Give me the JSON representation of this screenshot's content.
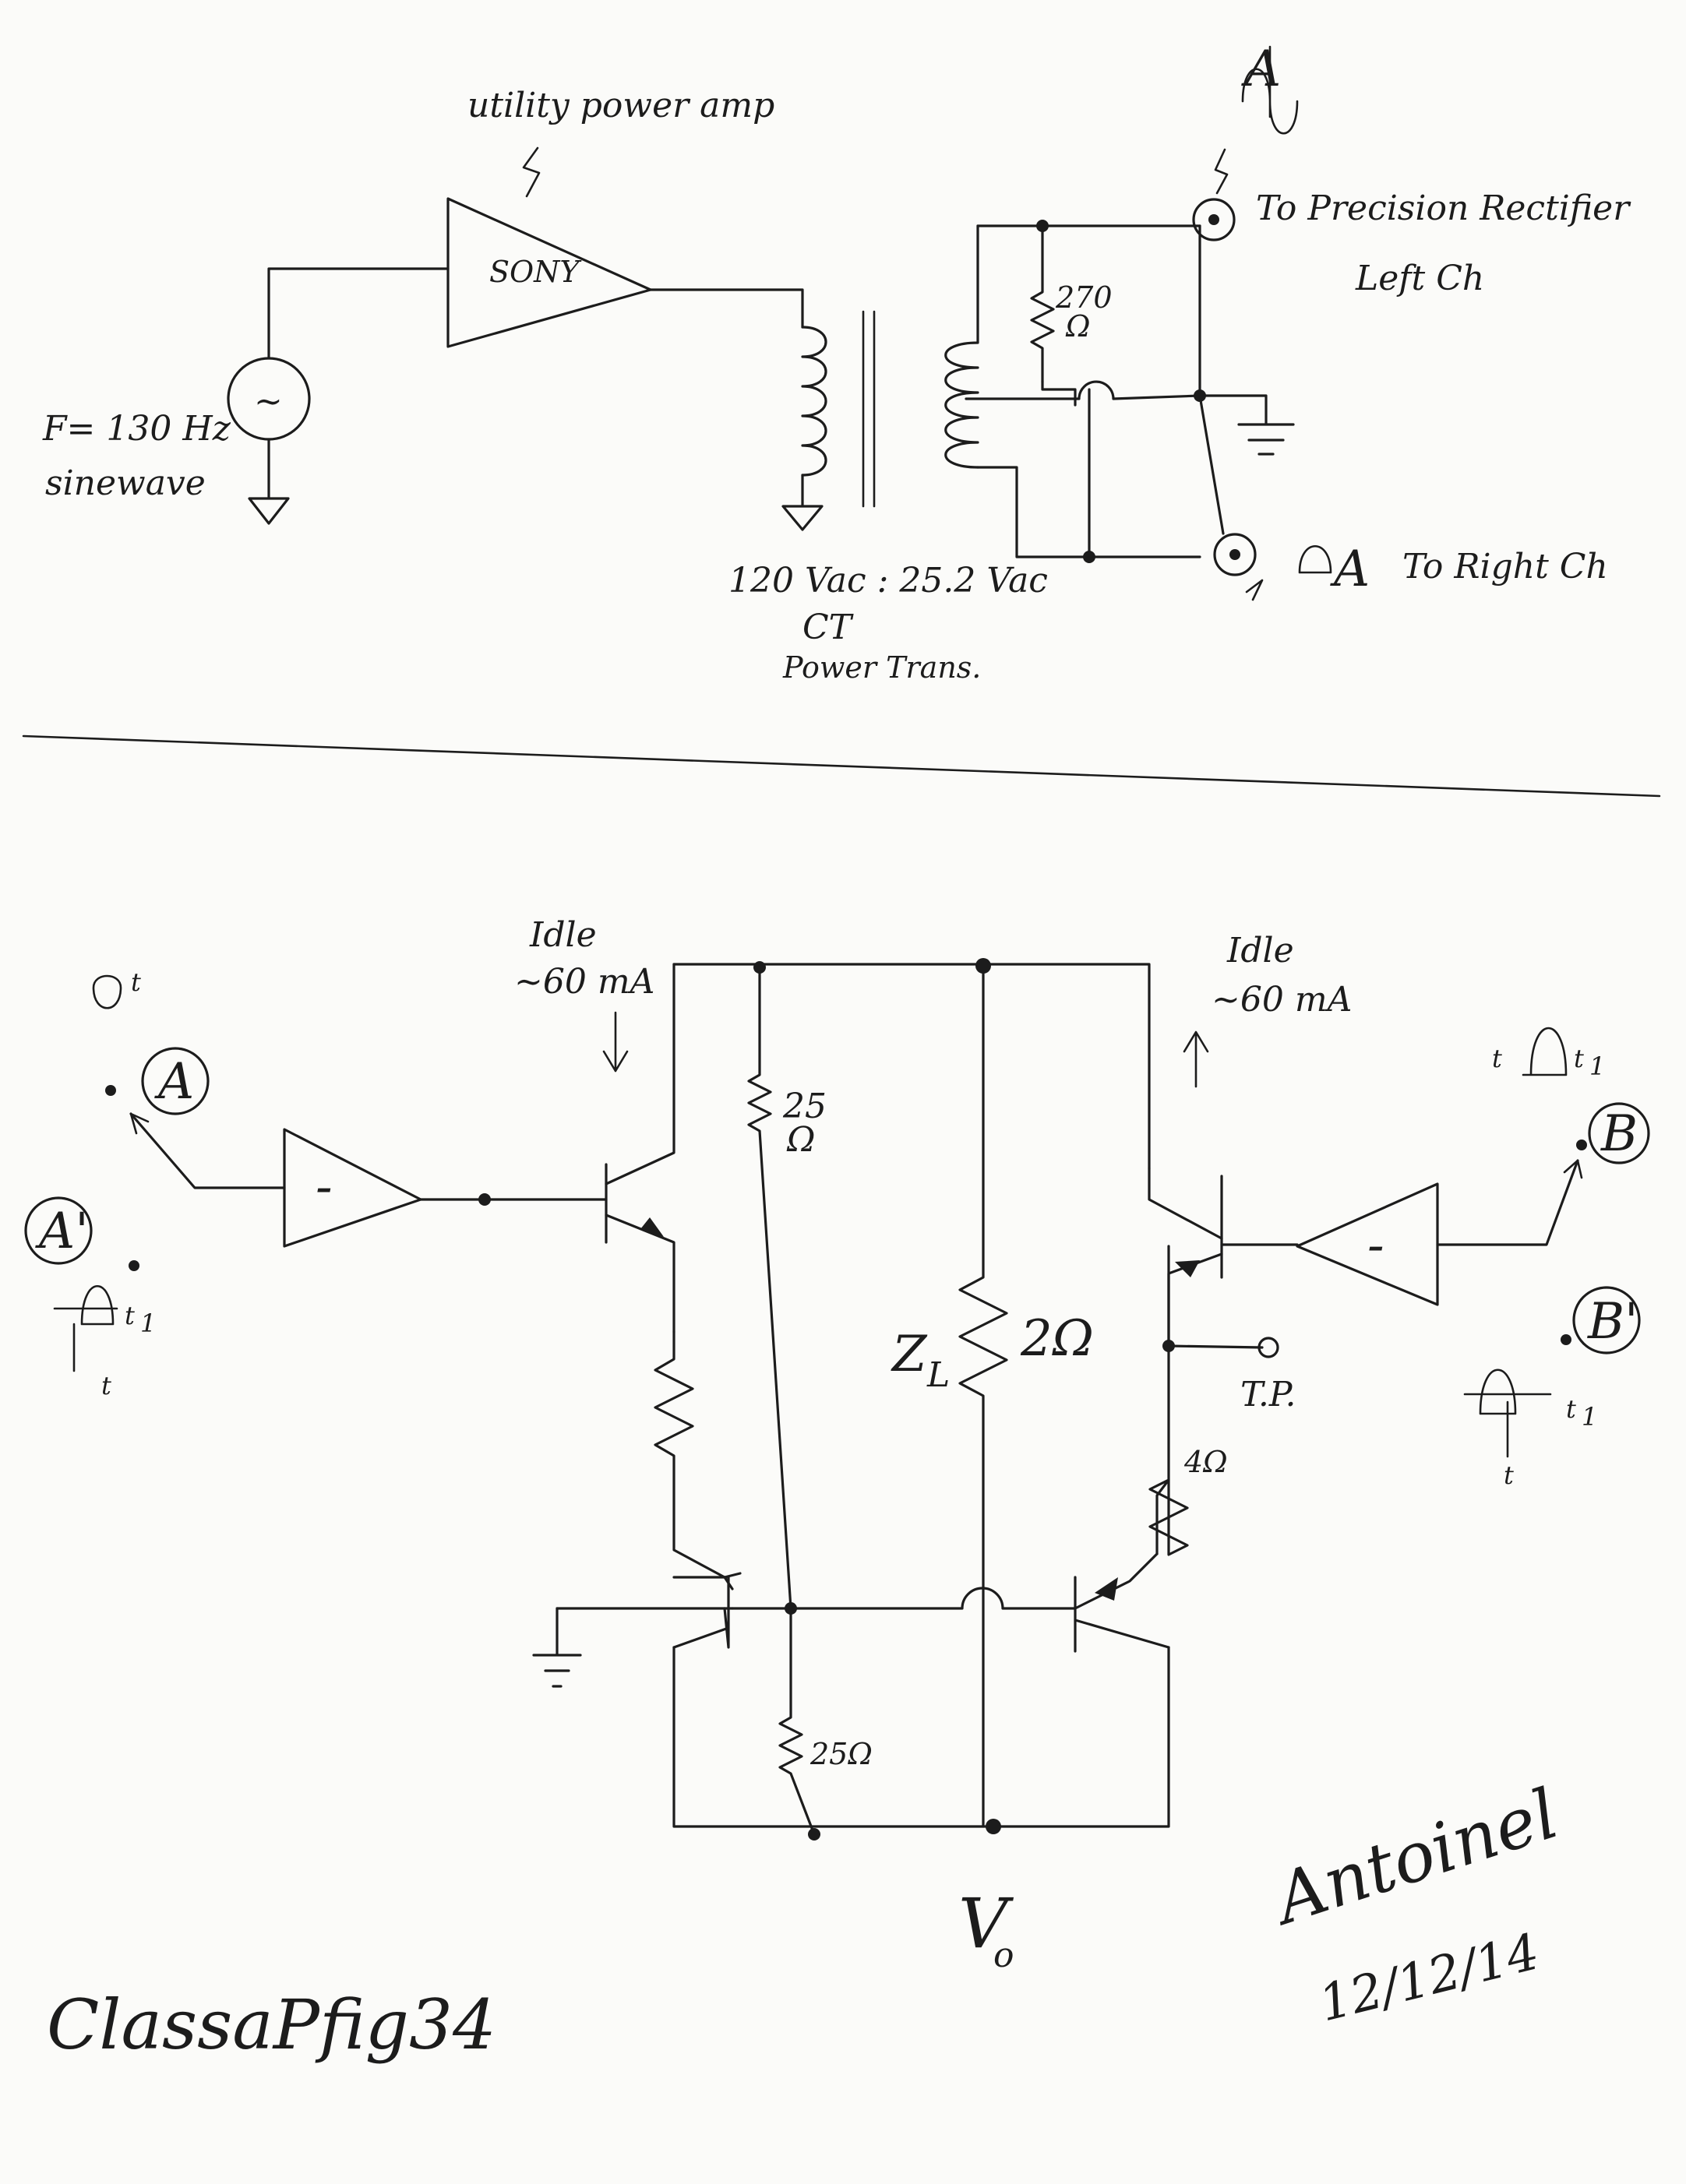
{
  "top_circuit": {
    "annotation_amp": "utility power amp",
    "amp_label": "SONY",
    "freq_label": "F= 130 Hz",
    "wave_label": "sinewave",
    "source_symbol": "~",
    "resistor_270": "270",
    "resistor_270_unit": "Ω",
    "out_left_label": "To Precision Rectifier",
    "out_left_label2": "Left Ch",
    "out_right_label": "To Right Ch",
    "marker_a": "A",
    "transformer_ratio": "120 Vac : 25.2 Vac",
    "transformer_ct": "CT",
    "transformer_name": "Power Trans."
  },
  "bottom_circuit": {
    "idle_left": "Idle",
    "idle_left_value": "~60 mA",
    "idle_right": "Idle",
    "idle_right_value": "~60 mA",
    "node_a": "A",
    "node_a_prime": "A'",
    "node_b": "B",
    "node_b_prime": "B'",
    "amp_sign": "-",
    "r_top_value": "25",
    "r_top_unit": "Ω",
    "r_bottom_value": "25Ω",
    "load_label": "Z",
    "load_sub": "L",
    "load_value": "2Ω",
    "r_emitter_value": "4Ω",
    "test_point": "T.P.",
    "t_label": "t",
    "t1_label": "t",
    "t1_sub": "1",
    "output_label": "V",
    "output_sub": "o"
  },
  "footer": {
    "figure_caption": "ClassaPfig34",
    "signature": "Antoinel",
    "date": "12/12/14"
  }
}
